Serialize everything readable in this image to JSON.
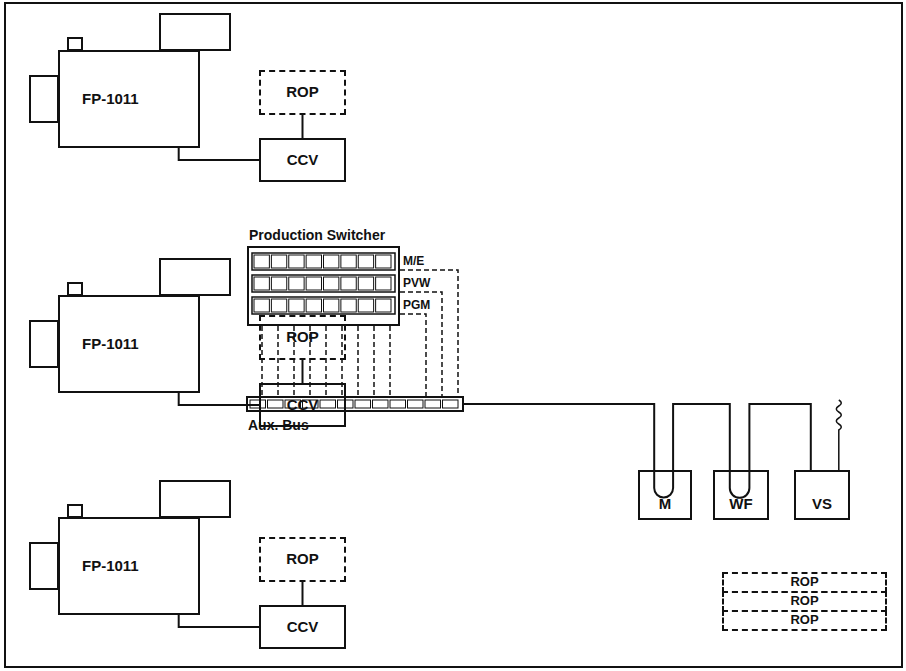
{
  "diagram": {
    "nodes": [
      {
        "text": [
          "FP-1011"
        ]
      },
      {
        "text": [
          "ROP"
        ]
      },
      {
        "text": [
          "CCV"
        ]
      },
      {
        "text": [
          "FP-1011"
        ]
      },
      {
        "text": [
          "ROP"
        ]
      },
      {
        "text": [
          "CCV"
        ]
      },
      {
        "text": [
          "FP-1011"
        ]
      },
      {
        "text": [
          "ROP"
        ]
      },
      {
        "text": [
          "CCV"
        ]
      },
      {
        "text": [
          "Production Switcher"
        ]
      },
      {
        "text": [
          "Aux. Bus"
        ]
      },
      {
        "text": [
          "M"
        ]
      },
      {
        "text": [
          "WF"
        ]
      },
      {
        "text": [
          "VS"
        ]
      },
      {
        "text": [
          "ROP"
        ]
      },
      {
        "text": [
          "ROP"
        ]
      },
      {
        "text": [
          "ROP"
        ]
      }
    ],
    "edges": [
      {
        "from": 0,
        "to": 2,
        "arrow": "none"
      },
      {
        "from": 1,
        "to": 2,
        "arrow": "none"
      },
      {
        "from": 3,
        "to": 5,
        "arrow": "none"
      },
      {
        "from": 4,
        "to": 5,
        "arrow": "none"
      },
      {
        "from": 6,
        "to": 8,
        "arrow": "none"
      },
      {
        "from": 7,
        "to": 8,
        "arrow": "none"
      },
      {
        "from": 9,
        "to": 10,
        "arrow": "none"
      },
      {
        "from": 10,
        "to": 11,
        "arrow": "none"
      },
      {
        "from": 11,
        "to": 12,
        "arrow": "none"
      },
      {
        "from": 12,
        "to": 13,
        "arrow": "none"
      }
    ],
    "labels": [
      "M/E",
      "PVW",
      "PGM"
    ]
  }
}
